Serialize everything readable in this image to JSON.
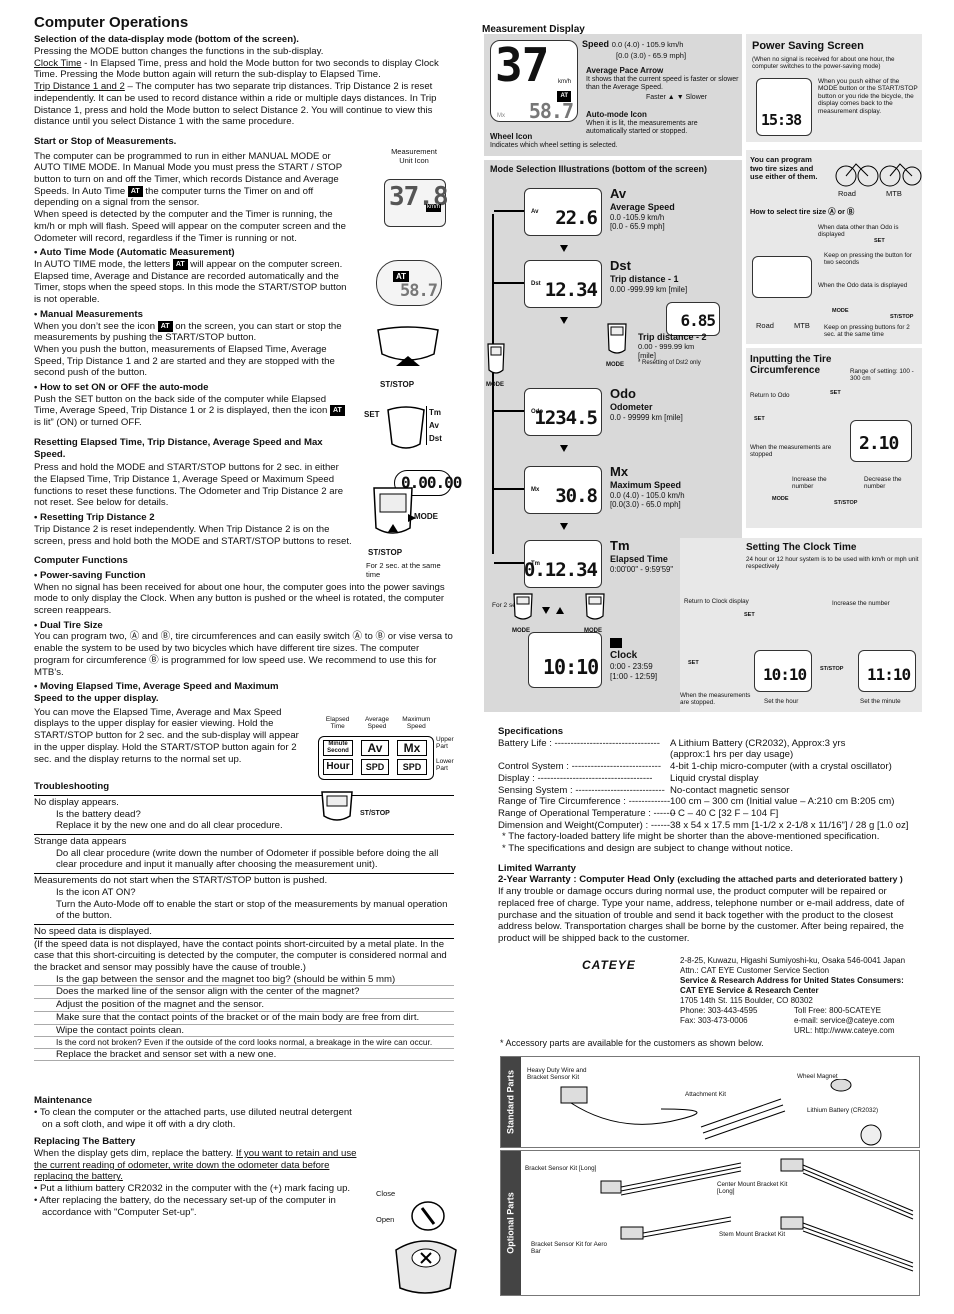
{
  "left": {
    "title": "Computer Operations",
    "sel_heading": "Selection of the data-display mode (bottom of the screen).",
    "sel_p1": "Pressing the MODE button changes the functions in the sub-display.",
    "clock_time_label": "Clock Time",
    "clock_time_text": "  - In Elapsed Time, press and hold the Mode button for two seconds to display Clock Time.  Pressing the Mode button again will return the sub-display to Elapsed Time.",
    "trip_label": "Trip Distance 1 and 2",
    "trip_text": " – The computer has two separate trip distances.  Trip Distance 2 is reset independently.  It can be used to record distance within a ride or multiple days distances.  In Trip Distance 1, press and hold the Mode button to select Distance 2. You will continue to view this distance until you select Distance 1 with the same procedure.",
    "start_heading": "Start or Stop of Measurements.",
    "start_p1a": "The computer can be programmed to run in either MANUAL MODE or AUTO TIME MODE.  In Manual Mode you must press the START / STOP button to turn on and off the Timer, which records Distance and Average Speeds.  In Auto Time ",
    "at": "AT",
    "start_p1b": " the computer turns the Timer on and off depending on a signal from the sensor.",
    "start_p2": "When speed is detected by the computer and the Timer is running, the km/h or mph will flash.  Speed will appear on the computer screen and the Odometer will record, regardless if the Timer is running or not.",
    "auto_heading": "• Auto Time Mode (Automatic Measurement)",
    "auto_p_a": "In AUTO TIME mode, the letters ",
    "auto_p_b": " will appear on the computer screen.  Elapsed time, Average and Distance are recorded automatically and the Timer, stops when the speed stops.  In this mode the START/STOP button is not operable.",
    "manual_heading": "• Manual Measurements",
    "manual_p1a": "When you don’t see the icon ",
    "manual_p1b": " on the screen, you can start or stop the measurements by pushing the START/STOP button.",
    "manual_p2": "When you push the button, measurements of Elapsed Time, Average Speed, Trip Distance 1 and 2 are started and they are stopped with the second push of the button.",
    "onoff_heading": "• How to set ON or OFF the auto-mode",
    "onoff_p_a": "Push the SET button on the back side of the computer while Elapsed Time, Average Speed, Trip Distance 1 or 2 is displayed, then the icon ",
    "onoff_p_b": " is lit” (ON) or turned OFF.",
    "reset_heading": "Resetting Elapsed Time, Trip Distance, Average Speed and Max Speed.",
    "reset_p": "Press and hold the MODE and START/STOP buttons for 2 sec. in either the Elapsed Time, Trip Distance 1, Average Speed or Maximum Speed functions to reset these functions. The Odometer and Trip Distance 2 are not reset.  See below for details.",
    "reset2_heading": "• Resetting Trip Distance 2",
    "reset2_p": "Trip Distance 2 is reset independently.  When Trip Distance 2 is on the screen, press and hold both the MODE and START/STOP buttons to reset.",
    "functions_heading": "Computer Functions",
    "ps_heading": "• Power-saving Function",
    "ps_p": "When no signal has been received for about one hour, the computer goes into the power savings mode to only display the Clock. When any button is pushed or the wheel is rotated, the computer screen reappears.",
    "dual_heading": "• Dual Tire Size",
    "dual_p_a": "You can program two,",
    "dual_p_b": " and ",
    "dual_p_c": ", tire circumferences and can easily switch ",
    "dual_p_d": " to ",
    "dual_p_e": " or vise versa to enable the system to be used by two bicycles which have different tire sizes. The computer program for circumference ",
    "dual_p_f": " is programmed for low speed use. We recommend to use this for MTB’s.",
    "moving_heading": "• Moving Elapsed Time, Average Speed and Maximum Speed to the upper display.",
    "moving_p": "You can move the Elapsed Time, Average and Max Speed displays to the upper display for easier viewing.  Hold the START/STOP button for 2 sec. and the sub-display will appear in the upper display. Hold the START/STOP button again for 2 sec. and the display returns to the normal set up.",
    "trouble_heading": "Troubleshooting",
    "trouble": [
      {
        "t": "No display appears.",
        "s": [
          "Is the battery dead?",
          "Replace it by the new one and do all clear procedure."
        ]
      },
      {
        "t": "Strange data appears",
        "s": [
          "Do all clear procedure (write down the number of Odometer if possible before doing the all clear procedure and input it manually after choosing the measurement unit)."
        ]
      },
      {
        "t": "Measurements do not start when the START/STOP button is pushed.",
        "s": [
          "Is the icon AT ON?",
          "Turn the Auto-Mode off to enable the start or stop of the measurements by manual operation of the button."
        ]
      },
      {
        "t": "No speed data is displayed.",
        "s": []
      }
    ],
    "speed_note": "(If the speed data is not displayed, have the contact points short-circuited by a metal plate. In the case that this short-circuiting is detected by the computer, the computer is considered normal and the bracket and sensor may possibly have the cause of trouble.)",
    "speed_subs": [
      "Is the gap between the sensor and the magnet too big? (should be within 5 mm)",
      "Does the marked line of the sensor align with the center of the magnet?",
      "Adjust the position of the magnet and the sensor.",
      "Make sure that the contact points of the bracket or of the main body are free from dirt.",
      "Wipe the contact points clean.",
      "Is the cord not broken? Even if the outside of the cord looks normal, a breakage in the wire can occur.",
      "Replace the bracket and sensor set with  a new one."
    ],
    "maint_heading": "Maintenance",
    "maint_p": "• To clean the computer or the attached parts, use diluted neutral detergent on a soft cloth, and wipe it off with a dry cloth.",
    "battery_heading": "Replacing The Battery",
    "battery_p1a": "When the display gets dim, replace the battery. ",
    "battery_p1b": "If you want to retain and use the current reading of odometer, write down the odometer data before replacing the battery.",
    "battery_p2": "• Put a lithium battery CR2032 in the computer with the (+) mark facing up.",
    "battery_p3": "• After replacing the battery, do the necessary set-up of the computer in accordance with \"Computer Set-up\".",
    "fig": {
      "meas_unit_icon": "Measurement Unit Icon",
      "lcd1": "37.8",
      "kmh": "km/h",
      "lcd2": "58.7",
      "st_stop": "ST/STOP",
      "set": "SET",
      "tm": "Tm",
      "av": "Av",
      "dst": "Dst",
      "zeros": "0.00.00",
      "mode": "MODE",
      "for2sec": "For 2 sec. at the same time",
      "close": "Close",
      "open": "Open",
      "move_cols": [
        "Elapsed Time",
        "Average Speed",
        "Maximum Speed"
      ],
      "upper_part": "Upper Part",
      "lower_part": "Lower Part",
      "minute_second": "Minute Second",
      "hour": "Hour",
      "spd": "SPD",
      "mx": "Mx"
    }
  },
  "right": {
    "meas_display_heading": "Measurement  Display",
    "speed_label": "Speed",
    "speed_range": "0.0 (4.0) - 105.9 km/h",
    "speed_range2": "[0.0 (3.0) - 65.9 mph]",
    "apa_heading": "Average Pace Arrow",
    "apa_text": "It shows that the current speed is faster or slower than the Average Speed.",
    "faster": "Faster",
    "slower": "Slower",
    "automode_heading": "Auto-mode Icon",
    "automode_text": "When it is lit, the measurements are automatically started or stopped.",
    "wheel_icon_heading": "Wheel Icon",
    "wheel_icon_text": "Indicates which wheel setting is selected.",
    "big_lcd": "37",
    "big_lcd_sub": "58.7",
    "ps_heading": "Power Saving Screen",
    "ps_note": "(When no signal is received for about one hour, the computer switches to the power-saving mode)",
    "ps_text": "When you push either of the MODE button or the START/STOP button or you ride the bicycle, the display comes back to the measurement display.",
    "ps_lcd": "15:38",
    "msel_heading": "Mode Selection Illustrations (bottom of the screen)",
    "modes": [
      {
        "key": "Av",
        "name": "Average Speed",
        "r1": "0.0 -105.9 km/h",
        "r2": "[0.0 - 65.9 mph]",
        "lcd": "22.6"
      },
      {
        "key": "Dst",
        "name": "Trip distance - 1",
        "r1": "0.00 -999.99 km [mile]",
        "r2": "",
        "lcd": "12.34"
      },
      {
        "key": "Odo",
        "name": "Odometer",
        "r1": "0.0 - 99999 km [mile]",
        "r2": "",
        "lcd": "1234.5"
      },
      {
        "key": "Mx",
        "name": "Maximum Speed",
        "r1": "0.0 (4.0) - 105.0 km/h",
        "r2": "[0.0(3.0) - 65.0 mph]",
        "lcd": "30.8"
      },
      {
        "key": "Tm",
        "name": "Elapsed Time",
        "r1": "0:00'00\" - 9:59'59\"",
        "r2": "",
        "lcd": "0.12.34"
      }
    ],
    "dst2_name": "Trip distance - 2",
    "dst2_r1": "0.00 - 999.99 km",
    "dst2_r2": "[mile]",
    "dst2_note": "* Resetting of Dst2 only",
    "dst2_lcd": "6.85",
    "clock_name": "Clock",
    "clock_r1": "0:00 - 23:59",
    "clock_r2": "[1:00 - 12:59]",
    "clock_lcd": "10:10",
    "for2sec": "For 2 sec.",
    "mode": "MODE",
    "two_tire_text": "You can program two tire sizes and use either of them.",
    "road": "Road",
    "mtb": "MTB",
    "select_tire_heading": "How to select tire size",
    "or": "or",
    "select_odo_other": "When data other than Odo is displayed",
    "keep_pressing_2": "Keep on pressing the button for two seconds",
    "select_odo": "When the Odo data is displayed",
    "keep_pressing_same": "Keep on pressing buttons for 2 sec. at the same time",
    "set": "SET",
    "st_stop": "ST/STOP",
    "tire_heading": "Inputting the Tire Circumference",
    "tire_range": "Range of setting: 100 - 300 cm",
    "return_odo": "Return to Odo",
    "meas_stopped": "When the measurements are stopped",
    "increase_num": "Increase the number",
    "decrease_num": "Decrease the number",
    "tire_lcd": "2.10",
    "clock_heading": "Setting The Clock Time",
    "clock_note": "24 hour or 12 hour system is to be used with km/h or mph unit respectively",
    "return_clock": "Return to Clock display",
    "increase_num2": "Increase the number",
    "meas_stopped2": "When the measurements are stopped.",
    "set_hour": "Set the hour",
    "set_minute": "Set the minute",
    "clk_lcd1": "10:10",
    "clk_lcd2": "11:10",
    "spec_heading": "Specifications",
    "specs": [
      [
        "Battery Life : ---------------------------------",
        " A Lithium Battery (CR2032), Approx:3 yrs"
      ],
      [
        "",
        " (approx:1 hrs per day usage)"
      ],
      [
        "Control System : ----------------------------",
        " 4-bit 1-chip micro-computer (with a crystal oscillator)"
      ],
      [
        "Display : ------------------------------------",
        " Liquid crystal display"
      ],
      [
        "Sensing System : ----------------------------",
        " No-contact magnetic sensor"
      ],
      [
        "Range of Tire Circumference : -------------",
        " 100 cm – 300 cm (Initial value – A:210 cm   B:205 cm)"
      ],
      [
        "Range of Operational Temperature : -------",
        " 0 C – 40 C  [32  F – 104  F]"
      ],
      [
        "Dimension and Weight(Computer) : ------",
        " 38 x 54 x 17.5 mm [1-1/2 x 2-1/8 x 11/16\"] / 28 g [1.0 oz]"
      ]
    ],
    "spec_note1": "* The factory-loaded battery life might be shorter than the above-mentioned specification.",
    "spec_note2": "* The specifications and design are subject to change without notice.",
    "warranty_heading": "Limited Warranty",
    "warranty_sub_a": "2-Year Warranty : Computer Head Only ",
    "warranty_sub_b": "(excluding the attached parts and deteriorated battery )",
    "warranty_p": "If any trouble or damage occurs during normal use, the product computer will be repaired or replaced free of charge. Type your name, address, telephone number or e-mail address, date of purchase and the situation of trouble and send it back together with the product to the closest address below.  Transportation charges shall be borne by the customer. After being repaired, the product will be shipped back to the customer.",
    "brand": "CATEYE",
    "addr1": "2-8-25, Kuwazu, Higashi Sumiyoshi-ku, Osaka 546-0041 Japan",
    "addr2": "Attn.: CAT EYE Customer Service Section",
    "addr3": "Service & Research Address for United States Consumers:",
    "addr4": "CAT EYE Service & Research Center",
    "addr5": "1705 14th St. 115 Boulder, CO 80302",
    "phone": "Phone: 303-443-4595",
    "tollfree": "Toll Free: 800-5CATEYE",
    "fax": "Fax: 303-473-0006",
    "email": "e-mail: service@cateye.com",
    "url": "URL: http://www.cateye.com",
    "accessory_note": "* Accessory parts are available for the customers as shown below.",
    "std_parts": "Standard Parts",
    "std_items": [
      "Heavy Duty Wire and Bracket Sensor Kit",
      "Attachment Kit",
      "Wheel Magnet",
      "Lithium Battery (CR2032)"
    ],
    "opt_parts": "Optional Parts",
    "opt_items": [
      "Bracket Sensor Kit [Long]",
      "Center Mount Bracket Kit [Long]",
      "Bracket Sensor Kit for Aero Bar",
      "Stem Mount Bracket Kit"
    ]
  }
}
